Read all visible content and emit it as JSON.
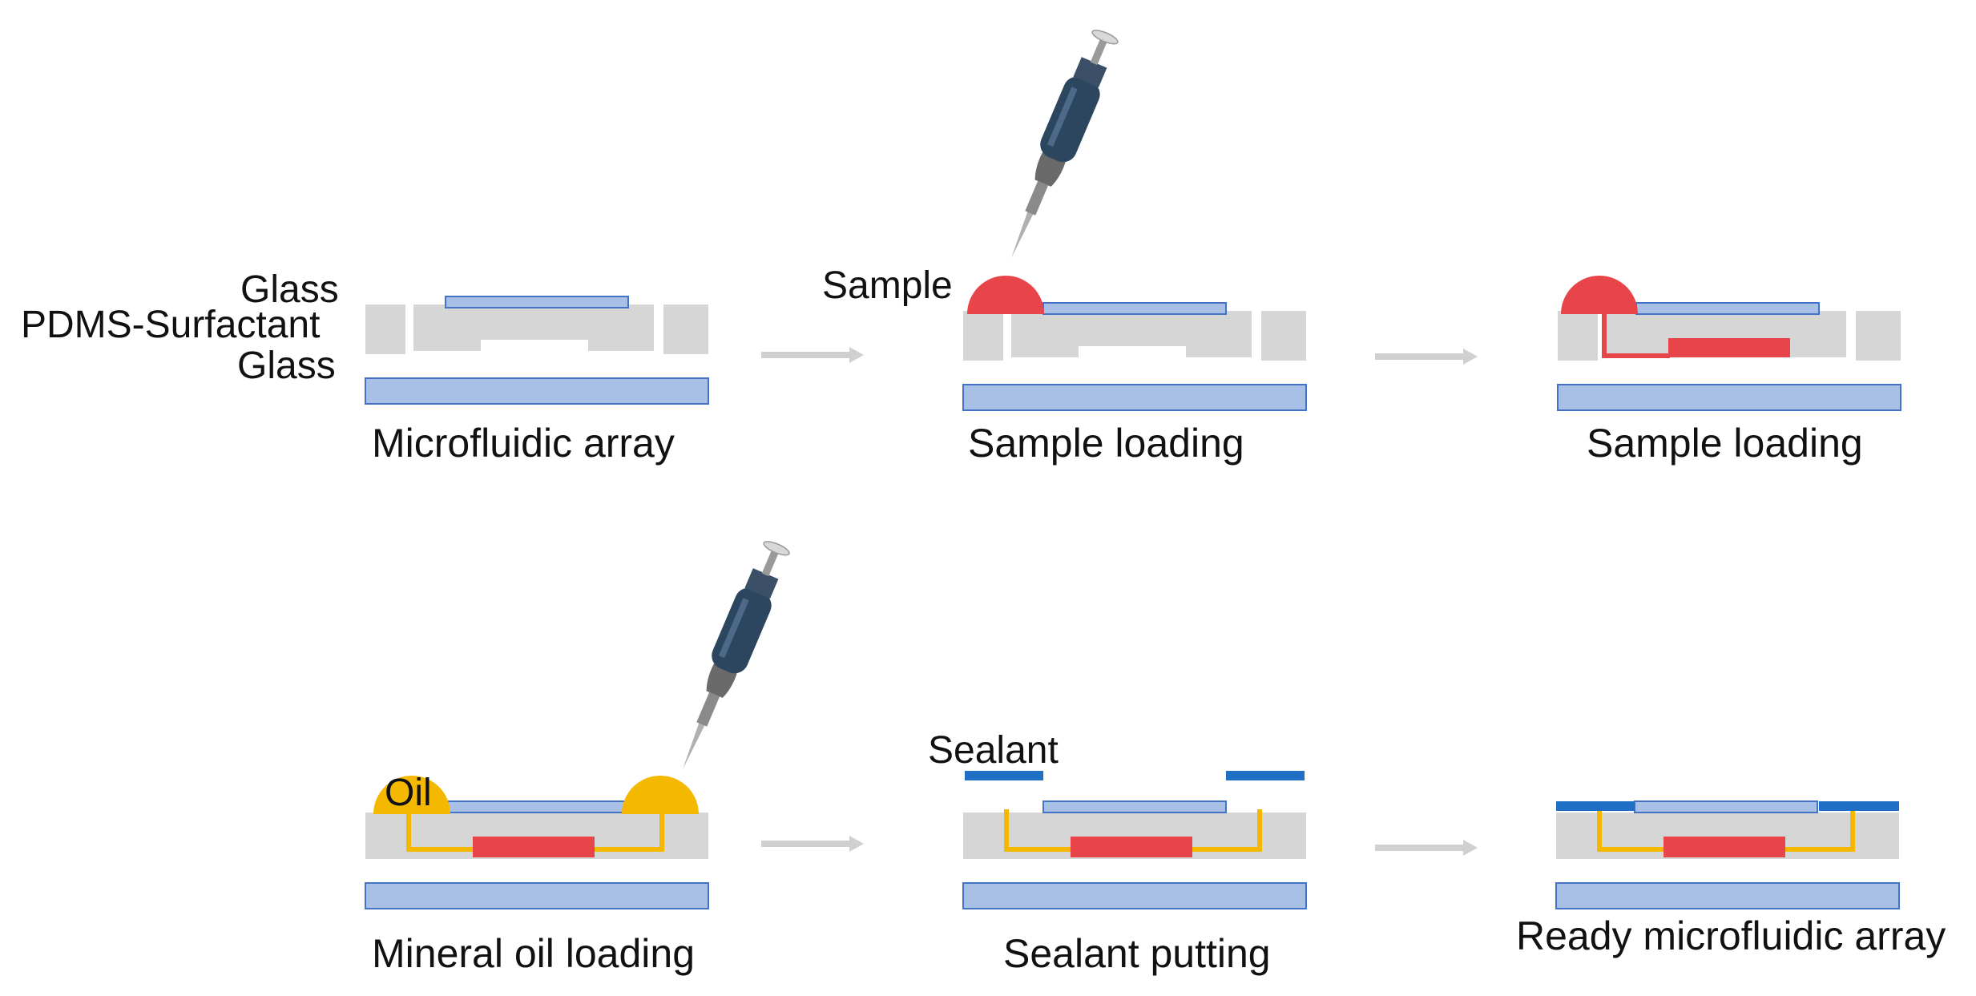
{
  "colors": {
    "glass_fill": "#a9c0e6",
    "glass_stroke": "#4472c4",
    "pdms": "#d6d6d6",
    "sample": "#e8454b",
    "oil": "#f5b800",
    "sealant": "#1f6fc4",
    "arrow": "#d0d0d0",
    "pipette_body": "#2d4660",
    "pipette_tip": "#b0b0b0"
  },
  "icons": [
    "pipette-icon"
  ],
  "labels": {
    "glass_top": "Glass",
    "pdms": "PDMS-Surfactant",
    "glass_bottom": "Glass",
    "sample": "Sample",
    "oil": "Oil",
    "sealant": "Sealant"
  },
  "captions": {
    "step1": "Microfluidic array",
    "step2": "Sample loading",
    "step3": "Sample loading",
    "step4": "Mineral oil loading",
    "step5": "Sealant putting",
    "step6": "Ready microfluidic array"
  }
}
